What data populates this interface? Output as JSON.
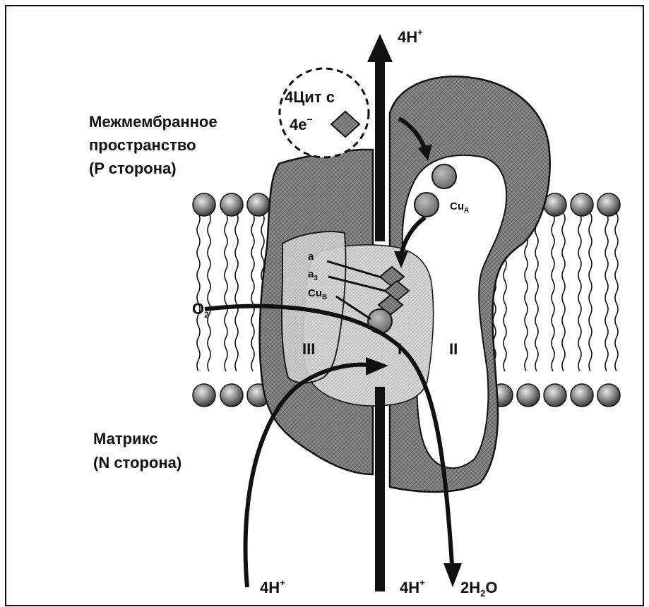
{
  "labels": {
    "intermembrane_line1": "Межмембранное",
    "intermembrane_line2": "пространство",
    "intermembrane_line3": "(P сторона)",
    "matrix_line1": "Матрикс",
    "matrix_line2": "(N сторона)",
    "cyt_c": "4Цит с",
    "electrons": "4e",
    "electrons_sup": "−",
    "o2": "O",
    "o2_sub": "2",
    "cu_a": "Cu",
    "cu_a_sub": "A",
    "heme_a": "a",
    "heme_a3": "a",
    "heme_a3_sub": "3",
    "cu_b": "Cu",
    "cu_b_sub": "B",
    "subunit_1": "I",
    "subunit_2": "II",
    "subunit_3": "III",
    "protons_top": "4H",
    "protons_top_sup": "+",
    "protons_bottom_left": "4H",
    "protons_bottom_left_sup": "+",
    "protons_bottom_mid": "4H",
    "protons_bottom_mid_sup": "+",
    "water": "2H",
    "water_sub": "2",
    "water_tail": "O"
  },
  "colors": {
    "protein_dark": "#7a7a7a",
    "protein_light": "#d2d2d2",
    "membrane_head": "#8c8c8c",
    "outline": "#111111"
  }
}
